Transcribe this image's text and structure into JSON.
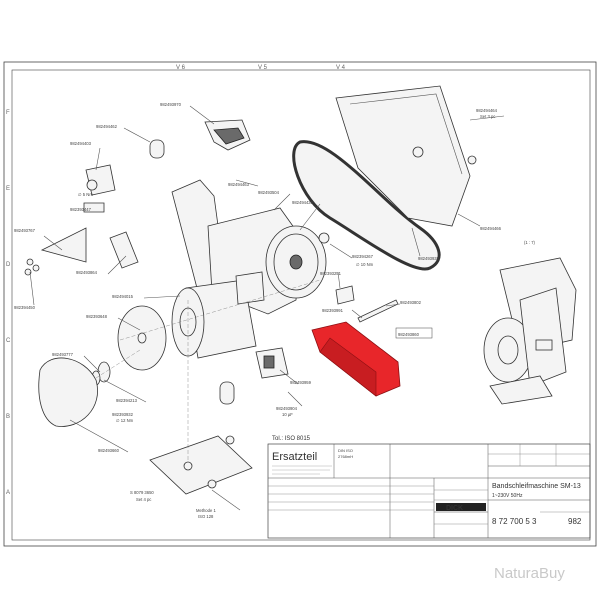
{
  "colors": {
    "highlight": "#e8262a",
    "line": "#333333",
    "watermark": "#c9c9c9"
  },
  "border": {
    "col_labels": [
      "V 6",
      "V 5",
      "V 4"
    ],
    "row_labels": [
      "F",
      "E",
      "D",
      "C",
      "B",
      "A"
    ]
  },
  "parts": [
    "982493970",
    "982494462",
    "982494403",
    "982494464",
    "982494463",
    "982493504",
    "982494436",
    "982494466",
    "982493767",
    "982393447",
    "982394450",
    "982394267",
    "982493938",
    "982393251",
    "982493864",
    "982494015",
    "982393991",
    "982393648",
    "982493860",
    "982493802",
    "982493777",
    "982394213",
    "982393932",
    "982493904",
    "982493959",
    "982493660"
  ],
  "notes": {
    "set3": "Set 3 pc",
    "m6": "∅ 5 Nm",
    "nm10": "∅ 10 Nm",
    "nm12": "∅ 12 Nm",
    "cap": "10 µF",
    "tol": "Tol.: ISO 8015",
    "scale": "(1 : 7)",
    "screw": "S 8079 3650",
    "set4": "Set 4 pc",
    "method": "Methode 1",
    "iso": "ISO 128"
  },
  "title_block": {
    "heading": "Ersatzteil",
    "din": "DIN ISO",
    "din2": "2768mH",
    "product": "Bandschleifmaschine SM-13",
    "power": "1~230V 50Hz",
    "brand": "DICK",
    "number": "8 72 700 5 3",
    "code": "982"
  },
  "watermark": "NaturaBuy"
}
